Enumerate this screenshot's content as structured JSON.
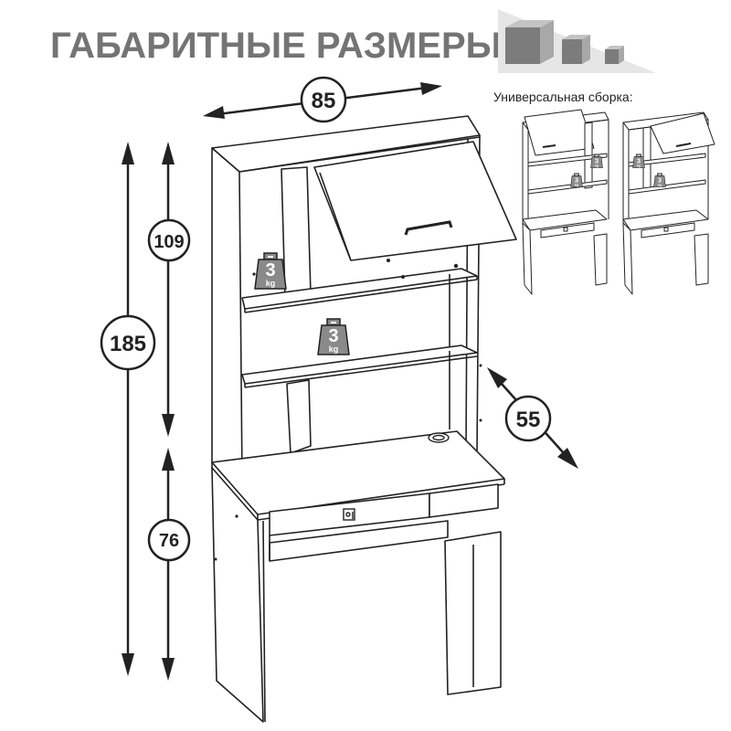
{
  "header": {
    "title": "ГАБАРИТНЫЕ РАЗМЕРЫ",
    "title_color": "#747474"
  },
  "dimensions": {
    "width": "85",
    "depth": "55",
    "total_height": "185",
    "top_height": "109",
    "desk_height": "76"
  },
  "weights": {
    "shelf_upper": {
      "value": "3",
      "unit": "kg"
    },
    "shelf_lower": {
      "value": "3",
      "unit": "kg"
    }
  },
  "inset": {
    "caption": "Универсальная сборка:",
    "variant_left": {
      "weight_top": {
        "value": "3",
        "unit": "kg"
      },
      "weight_mid": {
        "value": "3",
        "unit": "kg"
      }
    },
    "variant_right": {
      "weight_top": {
        "value": "3",
        "unit": "kg"
      },
      "weight_mid": {
        "value": "3",
        "unit": "kg"
      }
    }
  },
  "colors": {
    "line": "#222222",
    "weight_fill": "#8a8a8a",
    "cube_fill": "#8e8e8e"
  },
  "icons": [
    "cubes-icon",
    "weight-icon",
    "double-arrow-icon",
    "door-handle-icon",
    "cable-grommet-icon"
  ]
}
